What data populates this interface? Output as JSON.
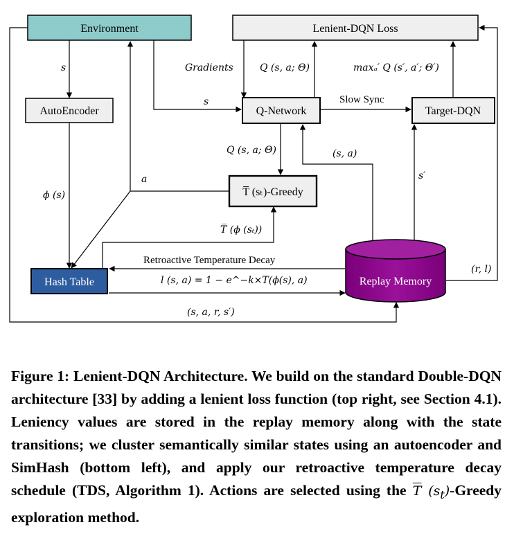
{
  "nodes": {
    "environment": "Environment",
    "loss": "Lenient-DQN Loss",
    "autoencoder": "AutoEncoder",
    "qnetwork": "Q-Network",
    "target": "Target-DQN",
    "greedy": "T̅ (sₜ)-Greedy",
    "hash": "Hash Table",
    "replay": "Replay Memory"
  },
  "edges": {
    "s_env_ae": "s",
    "gradients": "Gradients",
    "q_up": "Q (s, a; Θ)",
    "max_q": "maxₐ′ Q (s′, a′; Θ′)",
    "s_env_q": "s",
    "slow_sync": "Slow Sync",
    "q_down": "Q (s, a; Θ)",
    "sa_replay": "(s, a)",
    "phi": "ϕ (s)",
    "a_action": "a",
    "s_prime": "s′",
    "t_phi": "T̅ (ϕ (sₜ))",
    "retro": "Retroactive Temperature Decay",
    "lenience": "l (s, a) = 1 − e^−k×T(ϕ(s), a)",
    "rl": "(r, l)",
    "transition": "(s, a, r, s′)"
  },
  "caption": {
    "prefix": "Figure 1: Lenient-DQN Architecture. We build on the standard Double-DQN architecture [33] by adding a lenient loss function (top right, see Section 4.1). Leniency values are stored in the replay memory along with the state transitions; we cluster semantically similar states using an autoencoder and SimHash (bottom left), and apply our retroactive temperature decay schedule (TDS, Algorithm 1). Actions are selected using the ",
    "math_t": "T",
    "math_s": "(s",
    "math_sub": "t",
    "math_close": ")",
    "suffix": "-Greedy exploration method."
  },
  "colors": {
    "environment": "#8ecccc",
    "hash": "#2e5d9f",
    "replay": "#8b008b",
    "box": "#efefef"
  }
}
